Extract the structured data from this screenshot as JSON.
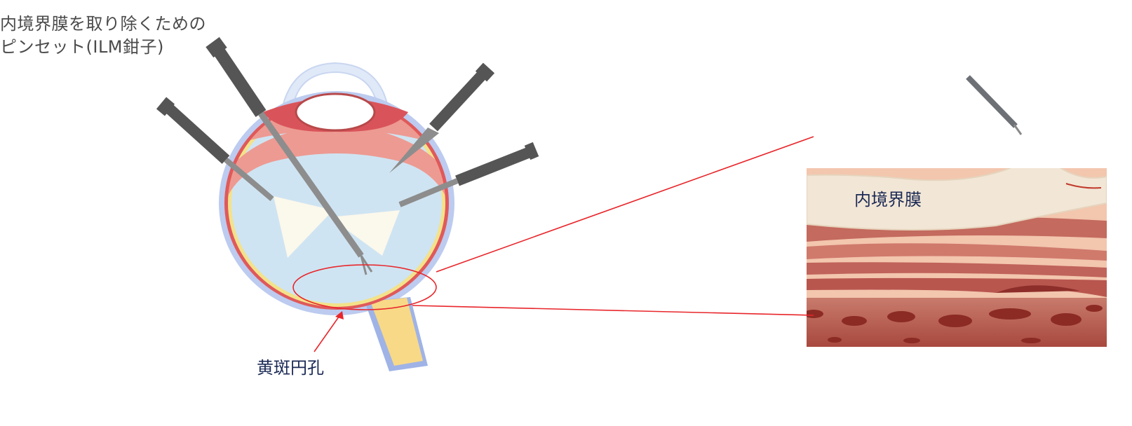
{
  "labels": {
    "tweezer_line1": "内境界膜を取り除くための",
    "tweezer_line2": "ピンセット(ILM鉗子)",
    "ilm": "内境界膜",
    "macular_hole": "黄斑円孔"
  },
  "colors": {
    "callout_red": "#e8262b",
    "instrument": "#555555",
    "sclera": "#bccbef",
    "vitreous": "#cfe4f2",
    "retina": "#e0595a",
    "optic_nerve": "#f8d987",
    "tissue": "#a84a40"
  }
}
